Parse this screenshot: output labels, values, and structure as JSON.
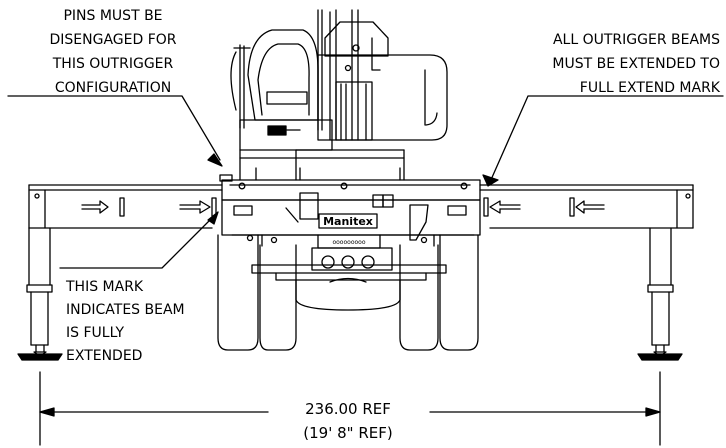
{
  "annotations": {
    "pins_note": [
      "PINS MUST BE",
      "DISENGAGED FOR",
      "THIS OUTRIGGER",
      "CONFIGURATION"
    ],
    "beams_note": [
      "ALL OUTRIGGER BEAMS",
      "MUST BE EXTENDED TO",
      "FULL EXTEND MARK"
    ],
    "mark_note": [
      "THIS MARK",
      "INDICATES BEAM",
      "IS FULLY",
      "EXTENDED"
    ]
  },
  "dimension": {
    "primary": "236.00 REF",
    "secondary": "(19' 8\" REF)"
  },
  "logo_text": "Manitex"
}
